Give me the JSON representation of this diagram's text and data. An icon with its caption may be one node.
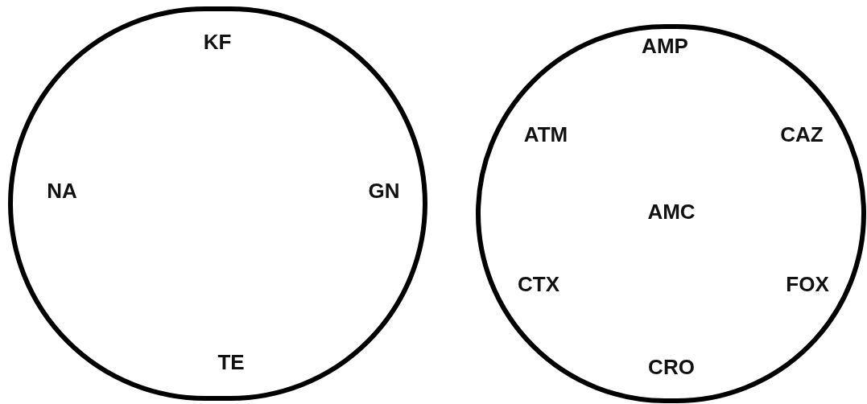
{
  "diagram": {
    "nodes": [
      {
        "text": [
          "KF",
          "NA",
          "GN",
          "TE"
        ]
      },
      {
        "text": [
          "AMP",
          "ATM",
          "CAZ",
          "AMC",
          "CTX",
          "FOX",
          "CRO"
        ]
      }
    ]
  }
}
